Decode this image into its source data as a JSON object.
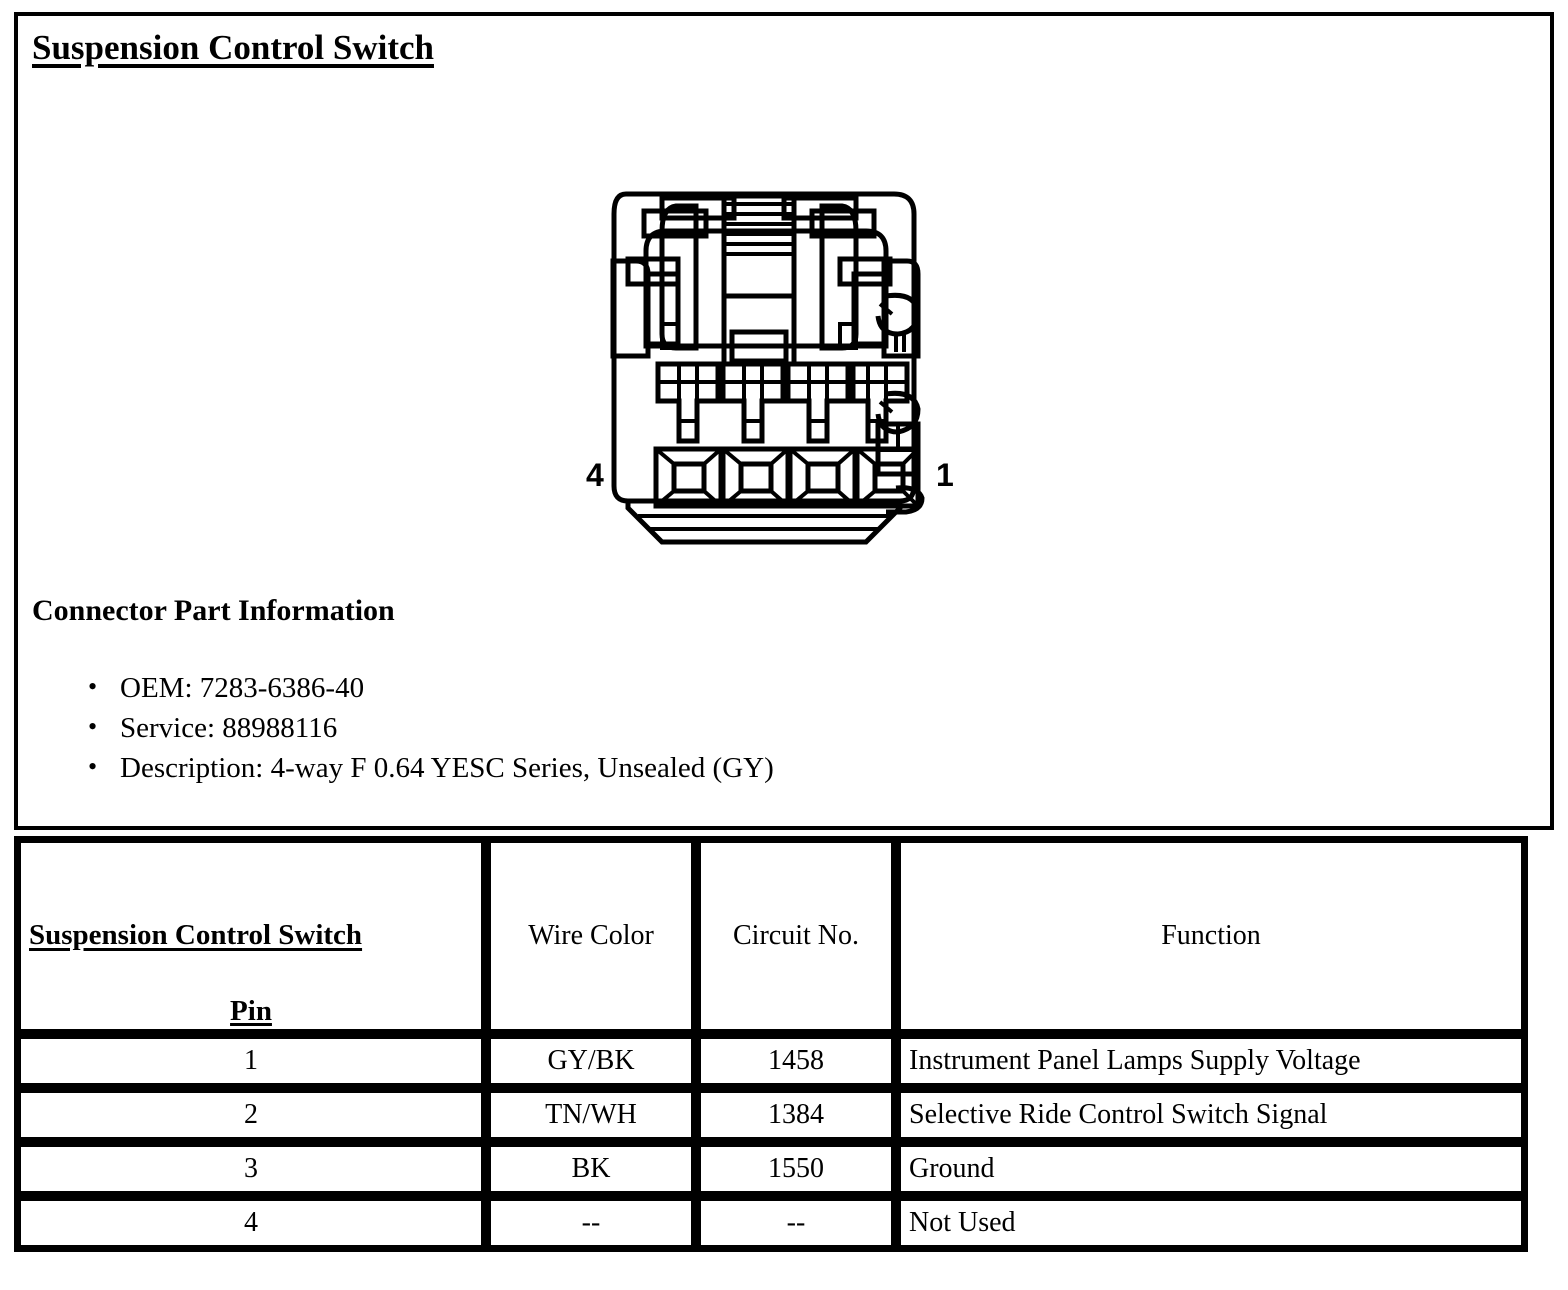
{
  "document": {
    "title": "Suspension Control Switch"
  },
  "connector": {
    "diagram_name": "4-way-connector-face-view",
    "left_pin_label": "4",
    "right_pin_label": "1",
    "cavity_count": 4
  },
  "part_info": {
    "heading": "Connector Part Information",
    "items": [
      {
        "bullet": "•",
        "text": "OEM: 7283-6386-40"
      },
      {
        "bullet": "•",
        "text": "Service: 88988116"
      },
      {
        "bullet": "•",
        "text": "Description: 4-way F 0.64 YESC Series, Unsealed (GY)"
      }
    ]
  },
  "pin_table": {
    "headers": {
      "pin_title": "Suspension Control Switch",
      "pin_word": "Pin",
      "wire_color": "Wire Color",
      "circuit_no": "Circuit No.",
      "function": "Function"
    },
    "rows": [
      {
        "pin": "1",
        "wire_color": "GY/BK",
        "circuit_no": "1458",
        "function": "Instrument Panel Lamps Supply Voltage"
      },
      {
        "pin": "2",
        "wire_color": "TN/WH",
        "circuit_no": "1384",
        "function": "Selective Ride Control Switch Signal"
      },
      {
        "pin": "3",
        "wire_color": "BK",
        "circuit_no": "1550",
        "function": "Ground"
      },
      {
        "pin": "4",
        "wire_color": "--",
        "circuit_no": "--",
        "function": "Not Used"
      }
    ]
  },
  "colors": {
    "ink": "#000000",
    "paper": "#ffffff"
  }
}
